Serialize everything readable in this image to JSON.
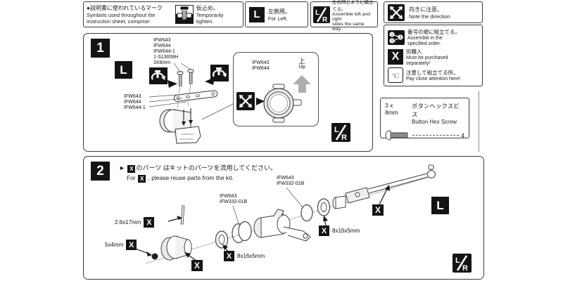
{
  "badges": {
    "x": "X",
    "l": "L",
    "r": "R",
    "one": "1",
    "two": "2"
  },
  "legend": {
    "intro": {
      "jp": "●説明書に使われているマーク",
      "en1": "Symbols used throughout the",
      "en2": "instruction sheet, comprise:"
    },
    "tighten": {
      "jp": "仮止め。",
      "en": "Temporarily tighten."
    },
    "left": {
      "jp": "左側用。",
      "en": "For Left."
    },
    "lr": {
      "jp": "左右同じように組立てる。",
      "en1": "Assemble left and right",
      "en2": "sides the same way."
    },
    "direction": {
      "jp": "向きに注意。",
      "en": "Note the direction"
    },
    "order": {
      "jp": "番号の順に組立てる。",
      "en1": "Assemble in the",
      "en2": "specified order."
    },
    "purchase": {
      "jp": "別購入",
      "en1": "Must be purchased",
      "en2": "separately!"
    },
    "attention": {
      "jp": "注意して組立てる所。",
      "en": "Pay close attention here!"
    }
  },
  "step1": {
    "screw_labels": [
      "IFW643",
      "IFW644",
      "IFW644-1",
      "1-S13008H",
      "3X8mm"
    ],
    "part_labels": [
      "IFW643",
      "IFW644",
      "IFW644-1"
    ],
    "callout": {
      "label1": "IFW643",
      "label2": "IFW644",
      "up_jp": "上",
      "up_en": "Up"
    },
    "screw_box": {
      "size": "3 x 8mm",
      "name_jp": "ボタンヘックスビス",
      "name_en": "Button Hex Screw",
      "qty": "4"
    }
  },
  "step2": {
    "header": {
      "arrow": "►",
      "jp": "のパーツ はキットのパーツを流用してください。",
      "en_pre": "For",
      "en_post": ", please reuse parts from the kit."
    },
    "labels": {
      "pin": "2.6x17mm",
      "grub": "5x4mm",
      "bearing_left": "8x16x5mm",
      "bearing_right": "8x16x5mm",
      "ifw_left1": "IFW643",
      "ifw_left2": "IFW332-01B",
      "ifw_right1": "IFW643",
      "ifw_right2": "IFW332-01B"
    }
  }
}
